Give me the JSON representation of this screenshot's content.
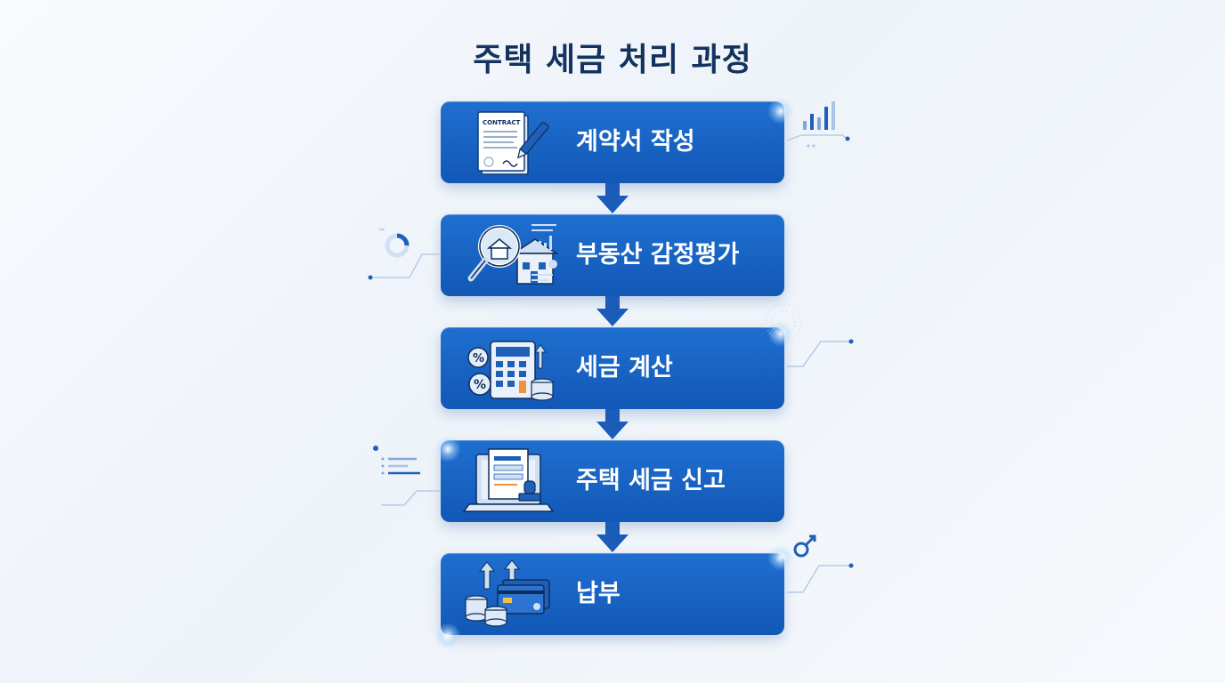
{
  "title": "주택 세금 처리 과정",
  "steps": [
    {
      "label": "계약서 작성",
      "icon": "contract-icon",
      "icon_text": "CONTRACT"
    },
    {
      "label": "부동산 감정평가",
      "icon": "house-magnifier-icon"
    },
    {
      "label": "세금 계산",
      "icon": "calculator-icon",
      "icon_text": "%"
    },
    {
      "label": "주택 세금 신고",
      "icon": "laptop-form-icon"
    },
    {
      "label": "납부",
      "icon": "coins-card-icon"
    }
  ],
  "colors": {
    "box": "#1a64c4",
    "title": "#14325e",
    "accent": "#1e6fd8"
  }
}
